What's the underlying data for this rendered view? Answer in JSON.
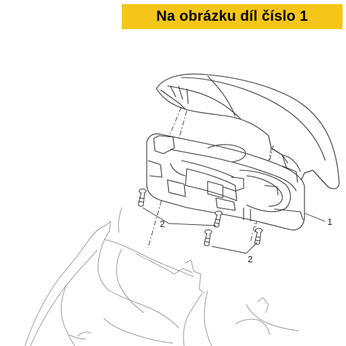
{
  "banner": {
    "title": "Na obrázku díl číslo 1"
  },
  "callouts": {
    "part_1": "1",
    "part_2_upper": "2",
    "part_2_lower": "2"
  },
  "colors": {
    "banner_bg": "#f5c518",
    "line": "#333333"
  }
}
